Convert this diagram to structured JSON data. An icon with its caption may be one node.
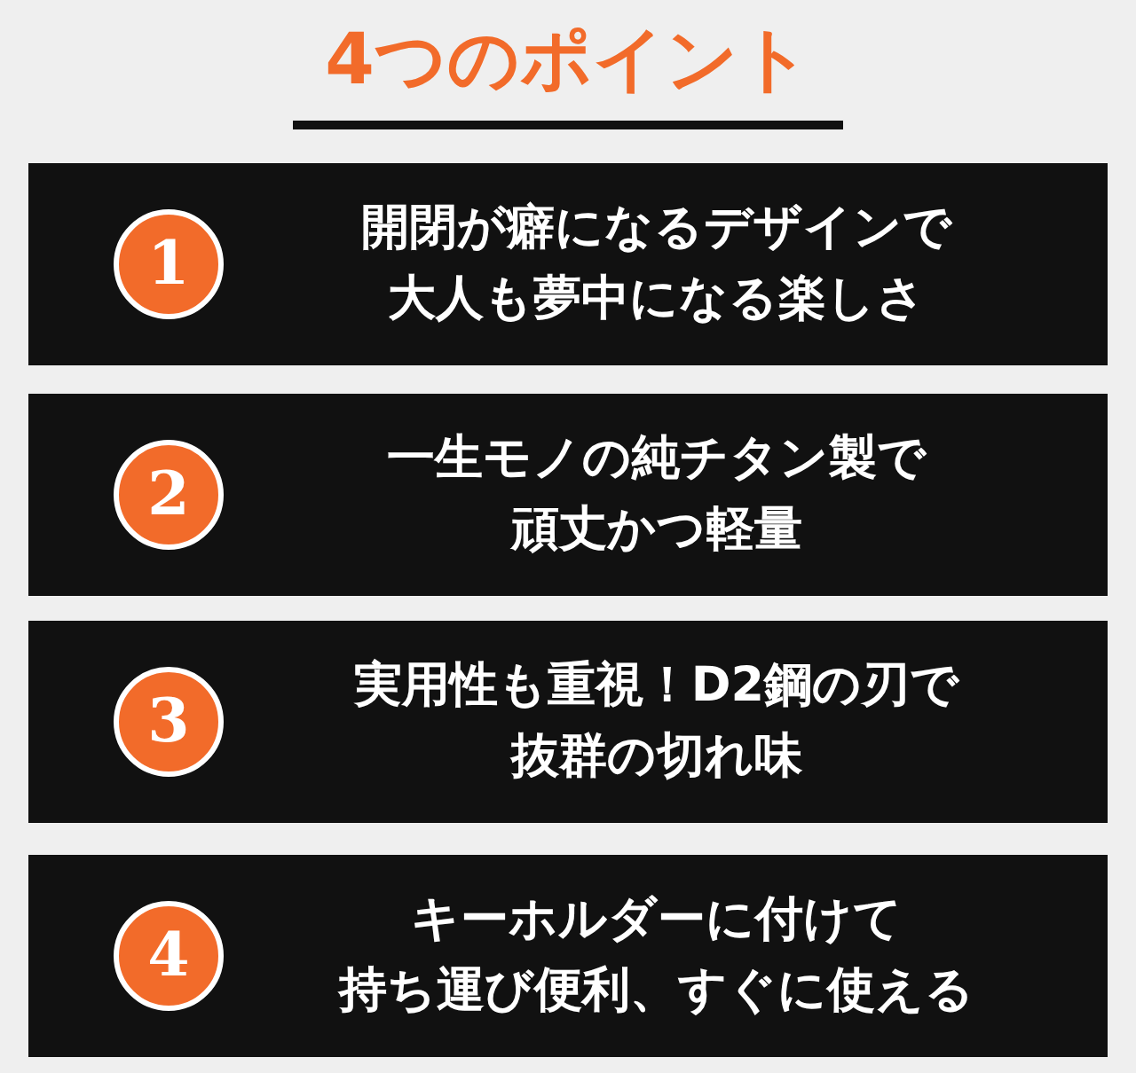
{
  "diagram": {
    "title": "4つのポイント",
    "nodes": [
      {
        "text": [
          "開閉が癖になるデザインで大人も夢中になる楽しさ"
        ]
      },
      {
        "text": [
          "1"
        ],
        "in": 0
      },
      {
        "text": [
          "一生モノの純チタン製で頑丈かつ軽量"
        ]
      },
      {
        "text": [
          "2"
        ],
        "in": 2
      },
      {
        "text": [
          "実用性も重視！D2鋼の刃で抜群の切れ味"
        ]
      },
      {
        "text": [
          "3"
        ],
        "in": 4
      },
      {
        "text": [
          "キーホルダーに付けて持ち運び便利、すぐに使える"
        ]
      },
      {
        "text": [
          "4"
        ],
        "in": 6
      }
    ],
    "edges": []
  }
}
